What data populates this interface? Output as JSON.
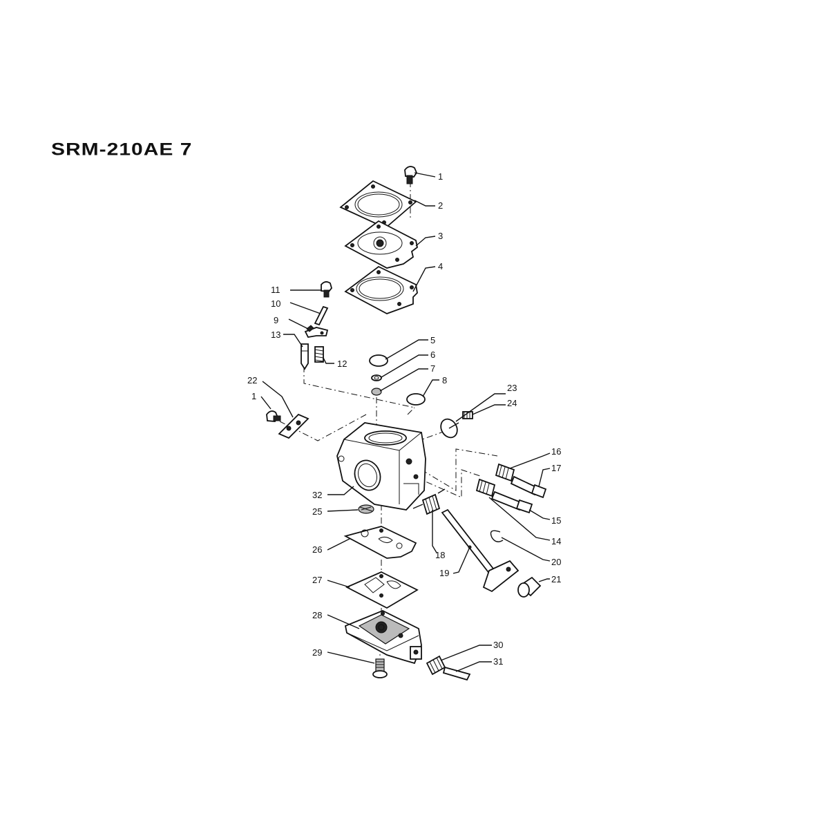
{
  "title": "SRM-210AE 7",
  "callouts": [
    {
      "id": "c1a",
      "label": "1"
    },
    {
      "id": "c2",
      "label": "2"
    },
    {
      "id": "c3",
      "label": "3"
    },
    {
      "id": "c4",
      "label": "4"
    },
    {
      "id": "c5",
      "label": "5"
    },
    {
      "id": "c6",
      "label": "6"
    },
    {
      "id": "c7",
      "label": "7"
    },
    {
      "id": "c8",
      "label": "8"
    },
    {
      "id": "c9",
      "label": "9"
    },
    {
      "id": "c10",
      "label": "10"
    },
    {
      "id": "c11",
      "label": "11"
    },
    {
      "id": "c12",
      "label": "12"
    },
    {
      "id": "c13",
      "label": "13"
    },
    {
      "id": "c1b",
      "label": "1"
    },
    {
      "id": "c14",
      "label": "14"
    },
    {
      "id": "c15",
      "label": "15"
    },
    {
      "id": "c16",
      "label": "16"
    },
    {
      "id": "c17",
      "label": "17"
    },
    {
      "id": "c18",
      "label": "18"
    },
    {
      "id": "c19",
      "label": "19"
    },
    {
      "id": "c20",
      "label": "20"
    },
    {
      "id": "c21",
      "label": "21"
    },
    {
      "id": "c22",
      "label": "22"
    },
    {
      "id": "c23",
      "label": "23"
    },
    {
      "id": "c24",
      "label": "24"
    },
    {
      "id": "c25",
      "label": "25"
    },
    {
      "id": "c26",
      "label": "26"
    },
    {
      "id": "c27",
      "label": "27"
    },
    {
      "id": "c28",
      "label": "28"
    },
    {
      "id": "c29",
      "label": "29"
    },
    {
      "id": "c30",
      "label": "30"
    },
    {
      "id": "c31",
      "label": "31"
    },
    {
      "id": "c32",
      "label": "32"
    }
  ]
}
